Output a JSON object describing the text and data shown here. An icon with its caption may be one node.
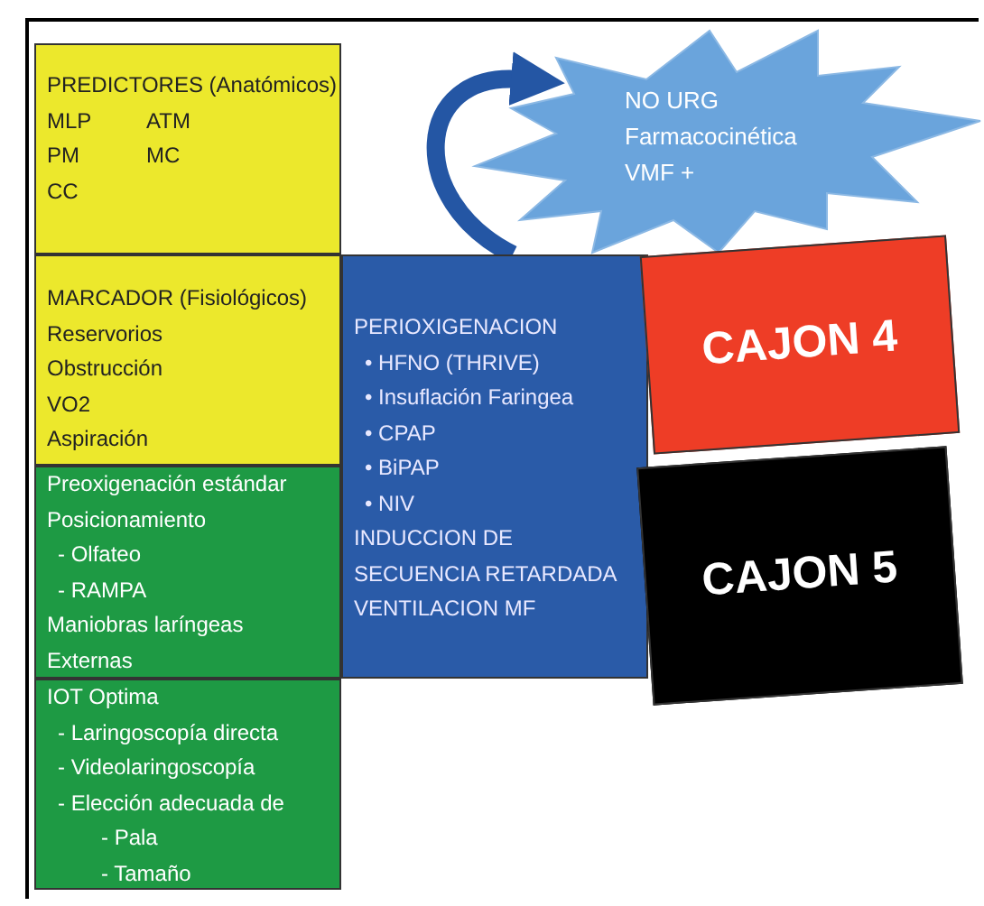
{
  "diagram": {
    "nodes": [
      {
        "text": [
          "PREDICTORES (Anatómicos)",
          "MLP",
          "ATM",
          "PM",
          "MC",
          "CC"
        ]
      },
      {
        "text": [
          "MARCADOR (Fisiológicos)",
          "Reservorios",
          "Obstrucción",
          "VO2",
          "Aspiración"
        ]
      },
      {
        "text": [
          "Preoxigenación estándar",
          "Posicionamiento",
          "- Olfateo",
          "- RAMPA",
          "Maniobras laríngeas Externas"
        ]
      },
      {
        "text": [
          "IOT Optima",
          "- Laringoscopía directa",
          "- Videolaringoscopía",
          "- Elección adecuada de",
          "- Pala",
          "- Tamaño"
        ]
      },
      {
        "text": [
          "PERIOXIGENACION",
          "• HFNO (THRIVE)",
          "• Insuflación Faringea",
          "• CPAP",
          "• BiPAP",
          "• NIV",
          "INDUCCION DE SECUENCIA RETARDADA",
          "VENTILACION MF"
        ]
      },
      {
        "text": [
          "CAJON 4"
        ]
      },
      {
        "text": [
          "CAJON 5"
        ]
      },
      {
        "text": [
          "NO URG",
          "Farmacocinética",
          "VMF +"
        ]
      }
    ],
    "edges": [
      {
        "from": 4,
        "to": 7,
        "arrow": "to"
      }
    ]
  }
}
